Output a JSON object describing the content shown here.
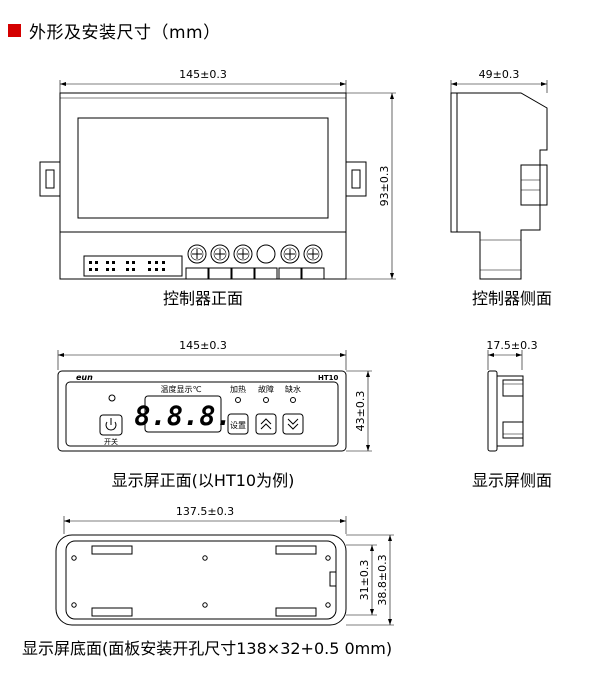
{
  "header": {
    "title": "外形及安装尺寸（mm）",
    "accent_color": "#d40000"
  },
  "views": {
    "controller_front": {
      "caption": "控制器正面",
      "width_dim": "145±0.3",
      "height_dim": "93±0.3"
    },
    "controller_side": {
      "caption": "控制器侧面",
      "width_dim": "49±0.3"
    },
    "display_front": {
      "caption": "显示屏正面(以HT10为例)",
      "width_dim": "145±0.3",
      "height_dim": "43±0.3",
      "brand": "eun",
      "model": "HT10",
      "readout": "8.8.8.",
      "labels": {
        "temp": "温度显示℃",
        "heat": "加热",
        "fault": "故障",
        "water": "缺水",
        "power": "开关",
        "set": "设置"
      }
    },
    "display_side": {
      "caption": "显示屏侧面",
      "width_dim": "17.5±0.3"
    },
    "display_bottom": {
      "caption": "显示屏底面(面板安装开孔尺寸138×32+0.5 0mm)",
      "width_dim": "137.5±0.3",
      "height_dim_inner": "31±0.3",
      "height_dim_outer": "38.8±0.3"
    }
  },
  "icons": [
    "power-icon",
    "chevron-up-icon",
    "chevron-down-icon"
  ]
}
